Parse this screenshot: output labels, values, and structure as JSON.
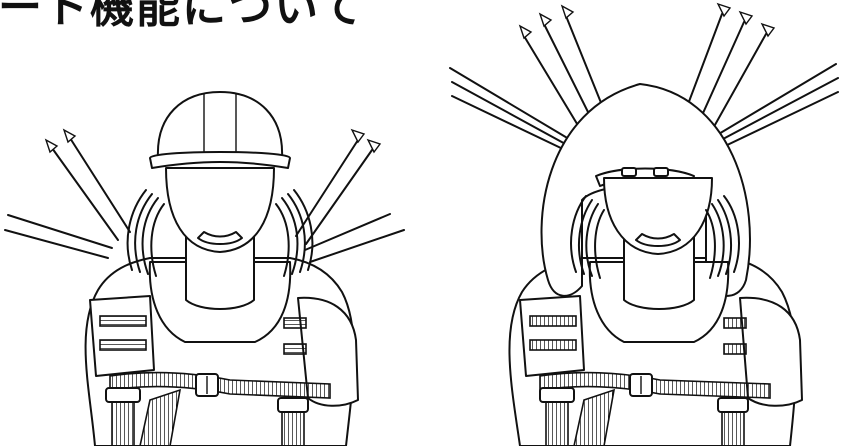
{
  "title": "ート機能について",
  "figures": [
    {
      "name": "helmet-worker",
      "icon": "worker-helmet-harness-icon"
    },
    {
      "name": "hood-worker",
      "icon": "worker-hood-harness-icon"
    }
  ],
  "colors": {
    "ink": "#111111",
    "background": "#ffffff"
  }
}
